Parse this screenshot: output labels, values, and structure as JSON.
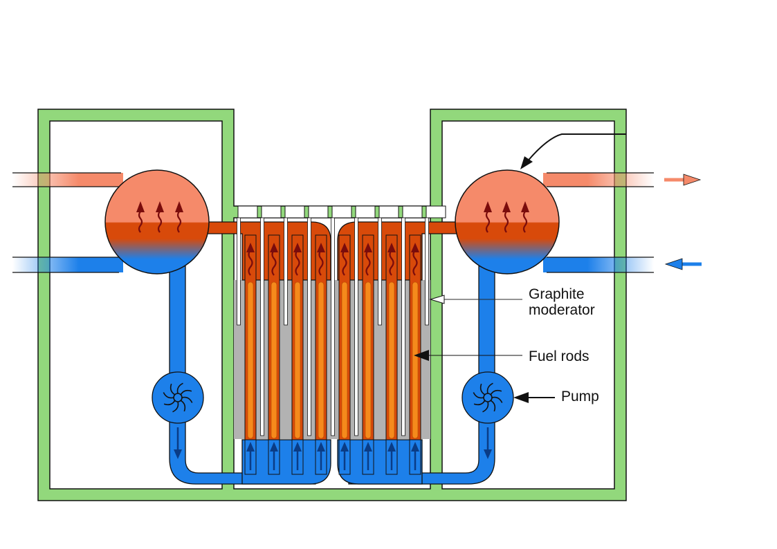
{
  "labels": {
    "moderator_line1": "Graphite",
    "moderator_line2": "moderator",
    "fuel_rods": "Fuel rods",
    "pump": "Pump",
    "steam_drum": ""
  },
  "colors": {
    "containment": "#92d87c",
    "hot": "#d84a0a",
    "steam": "#f58a6a",
    "cold": "#1d80ea",
    "graphite": "#b2b2b2",
    "fuel": "#f58a1c",
    "dark_blue": "#0a3c86",
    "dark_red": "#7a0c0c",
    "outline": "#111111"
  },
  "icons": {
    "pump": "impeller-icon",
    "heat": "rising-heat-icon",
    "flow_out": "arrow-right-icon",
    "flow_in": "arrow-left-icon"
  }
}
